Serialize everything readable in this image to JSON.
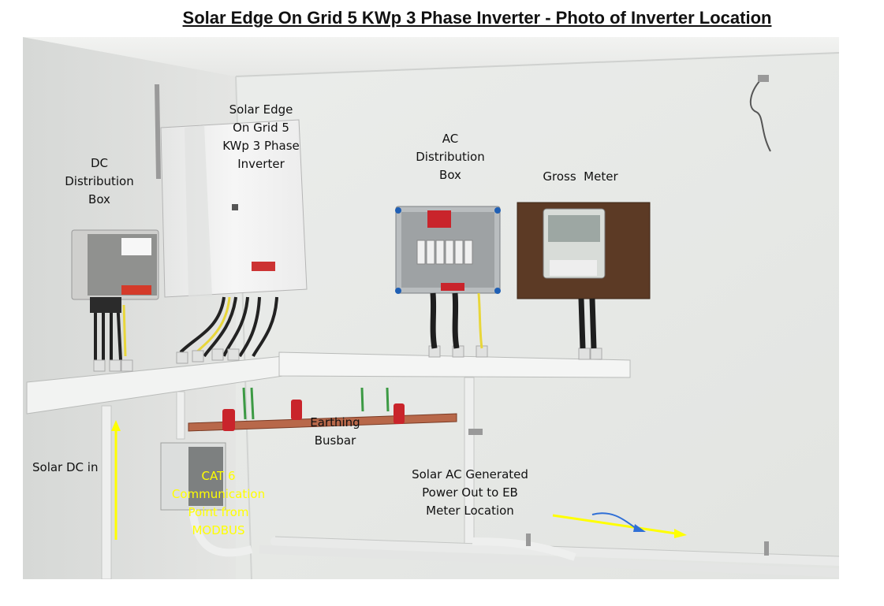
{
  "title": "Solar Edge On Grid 5 KWp 3 Phase Inverter - Photo of Inverter Location",
  "labels": {
    "inverter": [
      "Solar Edge",
      "On Grid 5",
      "KWp 3 Phase",
      "Inverter"
    ],
    "dc_box": [
      "DC",
      "Distribution",
      "Box"
    ],
    "ac_box": [
      "AC",
      "Distribution",
      "Box"
    ],
    "gross_meter": [
      "Gross  Meter"
    ],
    "earthing": [
      "Earthing",
      "Busbar"
    ],
    "solar_dc_in": [
      "Solar DC in"
    ],
    "cat6": [
      "CAT 6",
      "Communication",
      "Point from",
      "MODBUS"
    ],
    "solar_ac_out": [
      "Solar AC Generated",
      "Power Out to EB",
      "Meter Location"
    ]
  },
  "colors": {
    "annotation_yellow": "#ffff00",
    "arrow_blue": "#2f6fd6",
    "busbar_copper": "#b8684a"
  }
}
